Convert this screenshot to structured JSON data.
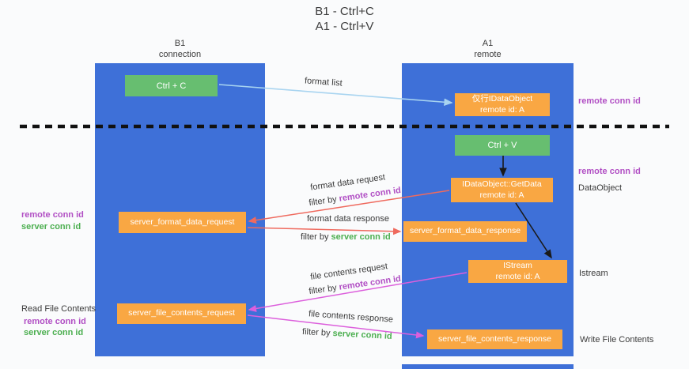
{
  "title": {
    "line1": "B1 - Ctrl+C",
    "line2": "A1 - Ctrl+V"
  },
  "lifelines": {
    "left": {
      "name": "B1",
      "role": "connection"
    },
    "right": {
      "name": "A1",
      "role": "remote"
    }
  },
  "boxes": {
    "ctrl_c": "Ctrl + C",
    "ctrl_v": "Ctrl + V",
    "clipboard_dataobject": {
      "line1": "仅行IDataObject",
      "line2": "remote id: A"
    },
    "getdata": {
      "line1": "IDataObject::GetData",
      "line2": "remote id: A"
    },
    "istream": {
      "line1": "IStream",
      "line2": "remote id: A"
    },
    "server_format_data_request": "server_format_data_request",
    "server_format_data_response": "server_format_data_response",
    "server_file_contents_request": "server_file_contents_request",
    "server_file_contents_response": "server_file_contents_response"
  },
  "arrow_labels": {
    "format_list": "format list",
    "format_data_request": "format data request",
    "format_data_response": "format data response",
    "file_contents_request": "file contents request",
    "file_contents_response": "file contents response",
    "filter_by": "filter by ",
    "remote_conn_id": "remote conn id",
    "server_conn_id": "server conn id"
  },
  "side_labels": {
    "remote_conn_id": "remote conn id",
    "server_conn_id": "server conn id",
    "dataobject": "DataObject",
    "istream": "Istream",
    "read_file_contents": "Read File Contents",
    "write_file_contents": "Write File Contents"
  },
  "colors": {
    "lifeline_blue": "#3E70D8",
    "box_orange": "#F9A743",
    "box_green": "#67BE70",
    "remote_conn_id_text": "#B14FC4",
    "server_conn_id_text": "#4CAF50",
    "arrow_light_blue": "#A8D4F0",
    "arrow_red": "#EF6A5E",
    "arrow_magenta": "#DC5FDC",
    "arrow_black": "#1a1a1a"
  }
}
